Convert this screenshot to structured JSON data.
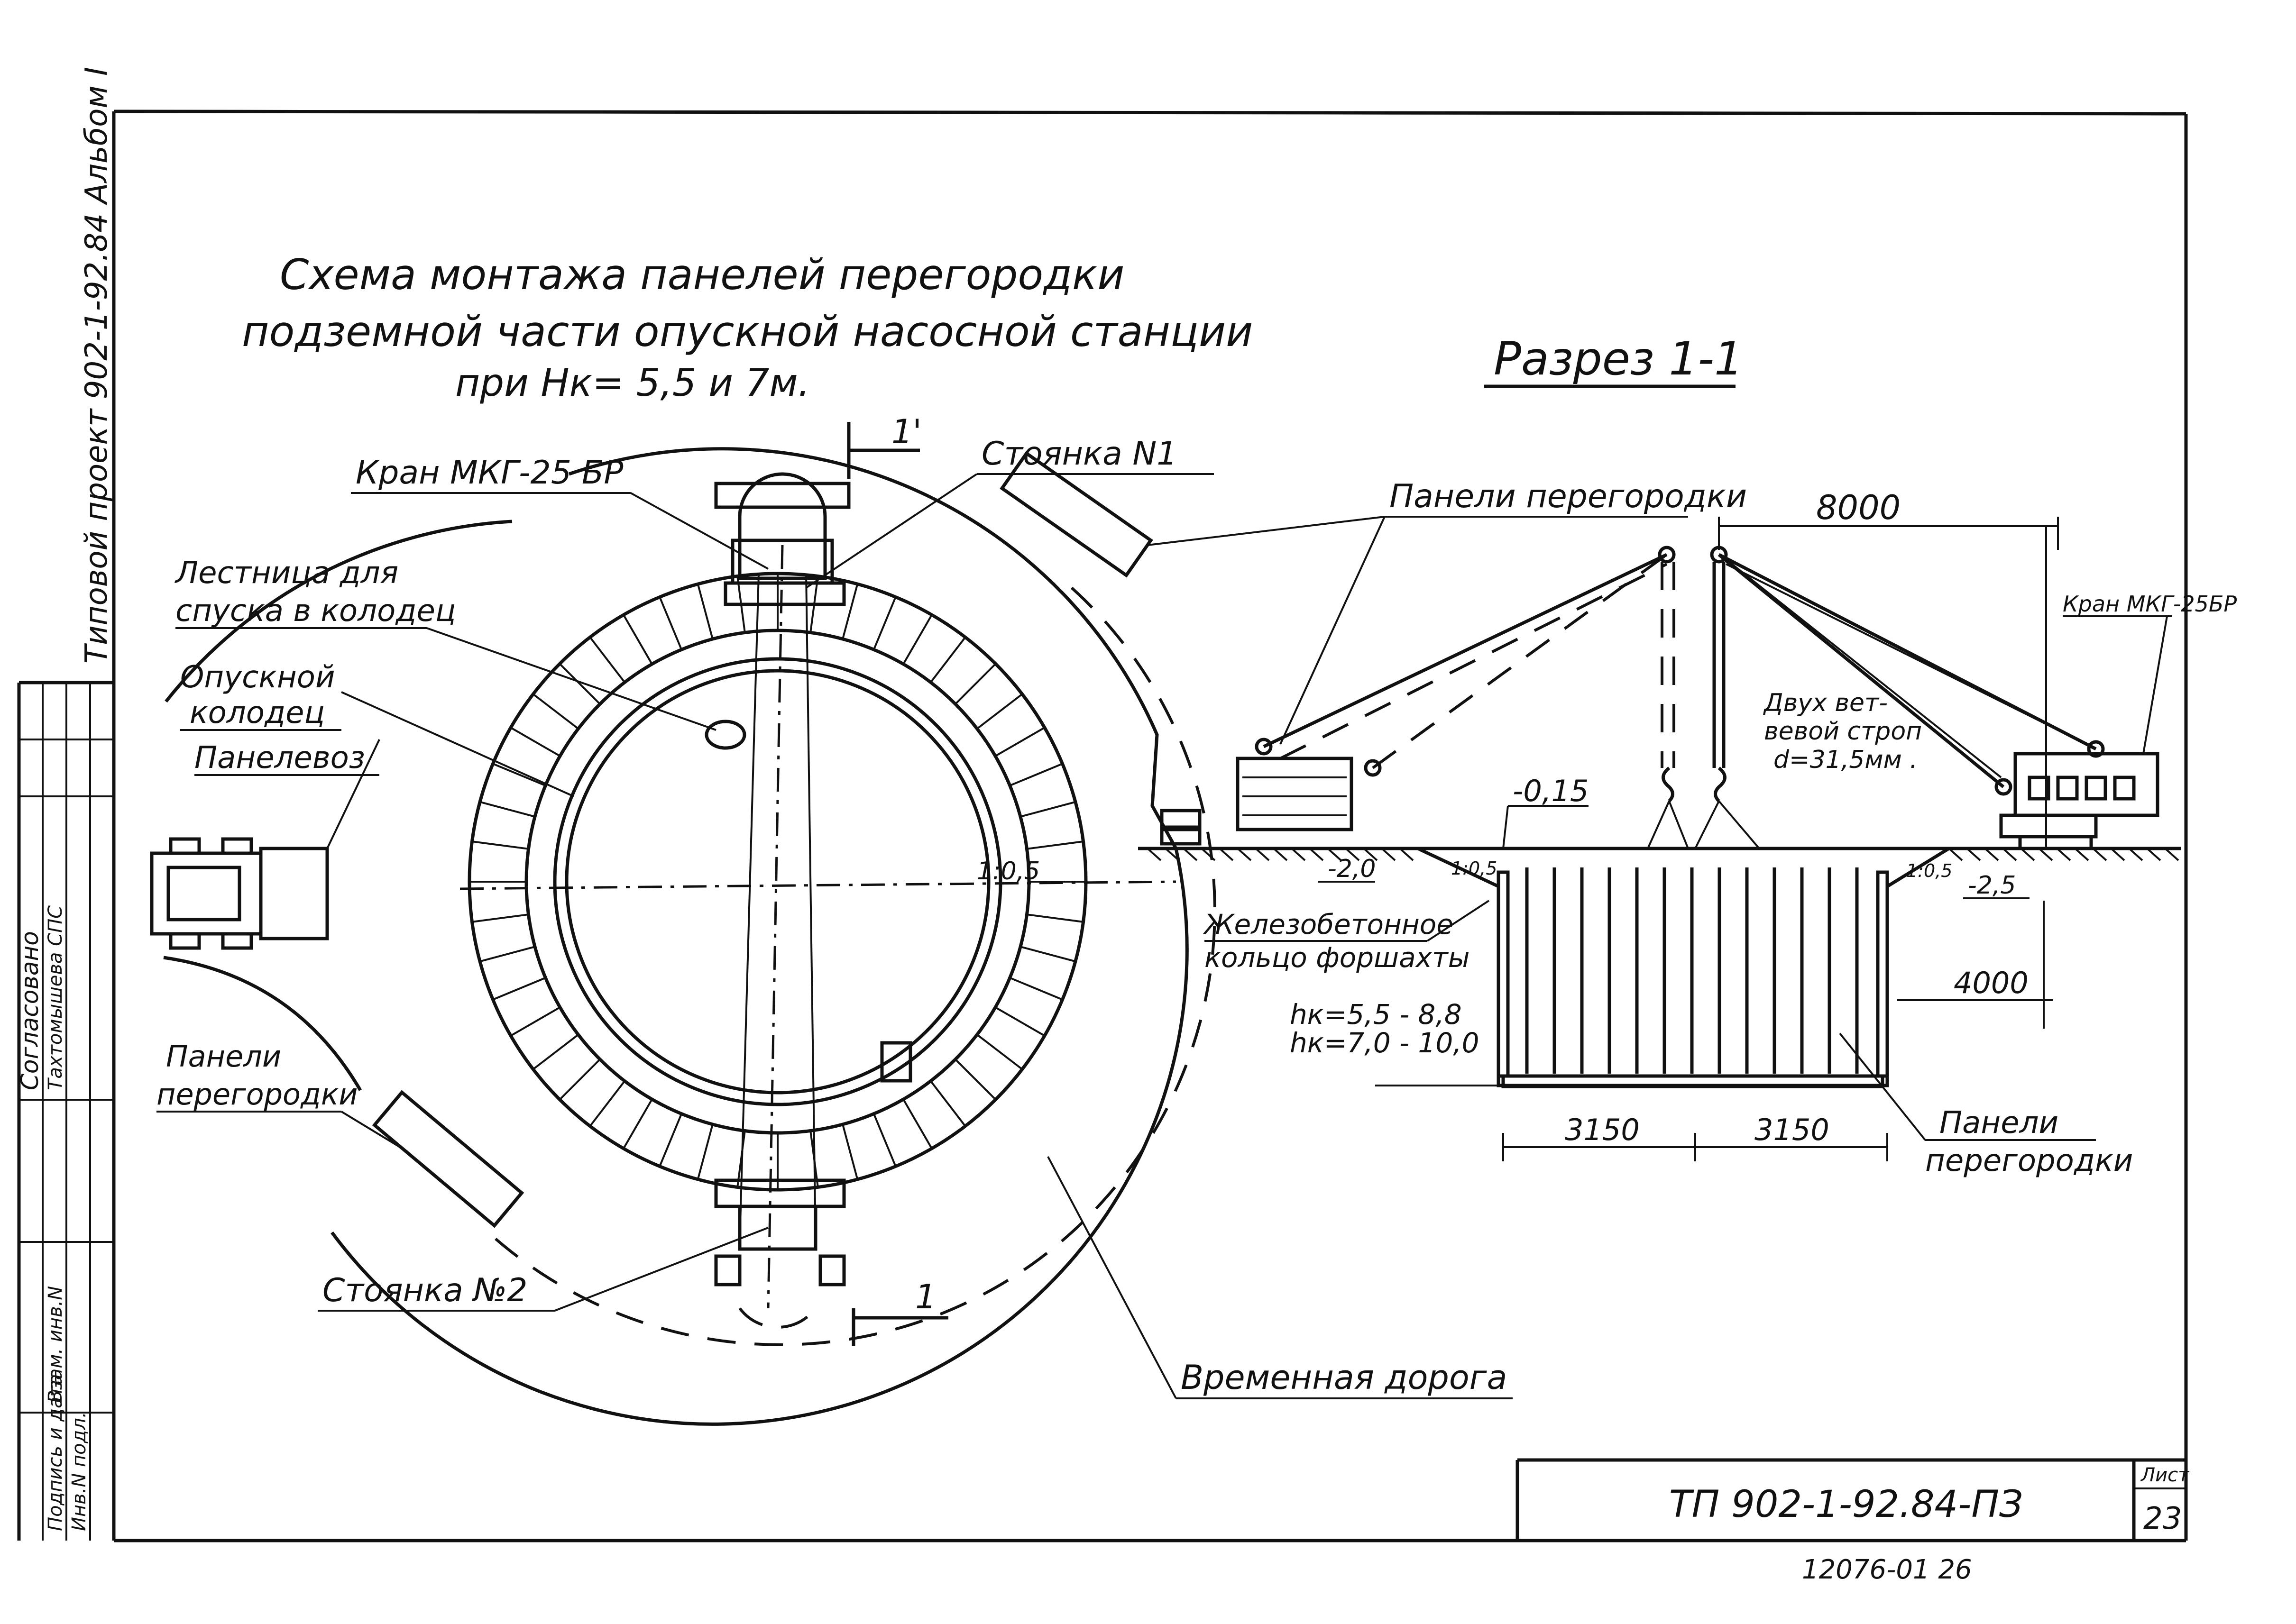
{
  "album_stamp": "Типовой проект 902-1-92.84 Альбом I",
  "title": {
    "line1": "Схема монтажа панелей перегородки",
    "line2": "подземной части опускной насосной станции",
    "line3": "при Нк= 5,5 и 7м."
  },
  "section_title": "Разрез 1-1",
  "plan_labels": {
    "crane": "Кран МКГ-25 БР",
    "parking1": "Стоянка N1",
    "ladder_l1": "Лестница для",
    "ladder_l2": "спуска в колодец",
    "well_l1": "Опускной",
    "well_l2": "колодец",
    "panel_carrier": "Панелевоз",
    "panels_l1": "Панели",
    "panels_l2": "перегородки",
    "parking2": "Стоянка №2",
    "temp_road": "Временная дорога",
    "slope": "1:0,5",
    "cut_top": "1'",
    "cut_bottom": "1"
  },
  "section_labels": {
    "panels_top": "Панели перегородки",
    "width_total": "8000",
    "crane_right": "Кран МКГ-25БР",
    "sling_l1": "Двух вет-",
    "sling_l2": "вевой строп",
    "sling_l3": "d=31,5мм .",
    "elev_top": "-0,15",
    "elev_left": "-2,0",
    "elev_right": "-2,5",
    "slope_left": "1:0,5",
    "slope_right": "1:0,5",
    "ring_l1": "Железобетонное",
    "ring_l2": "кольцо форшахты",
    "depth_l1": "hк=5,5 - 8,8",
    "depth_l2": "hк=7,0 - 10,0",
    "dim_4000": "4000",
    "dim_3150_left": "3150",
    "dim_3150_right": "3150",
    "panels_l1": "Панели",
    "panels_l2": "перегородки"
  },
  "side_stamp": {
    "agreed": "Согласовано",
    "agreed_row": "Тахтомышева  СПС",
    "inv_orig": "Инв.N подл.",
    "sign_date": "Подпись и дата",
    "inv_repl": "Взам. инв.N"
  },
  "title_block": {
    "code": "ТП 902-1-92.84-ПЗ",
    "sheet_label": "Лист",
    "sheet_num": "23"
  },
  "footer_note": "12076-01 26"
}
